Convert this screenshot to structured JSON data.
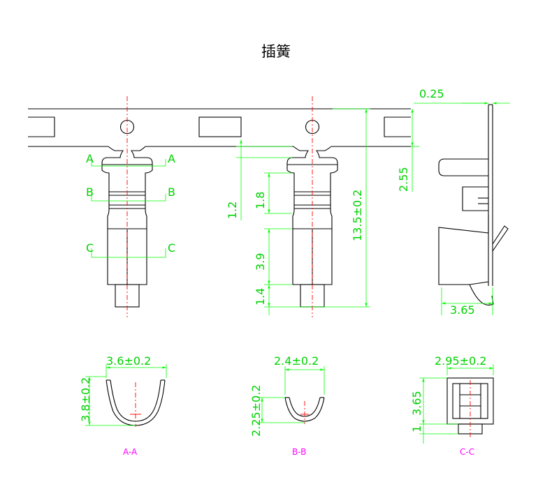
{
  "title": "插簧",
  "dimensions": {
    "thickness": "0.25",
    "carrier_width": "2.55",
    "total_length": "13.5±0.2",
    "d_1_2": "1.2",
    "d_1_8": "1.8",
    "d_3_9": "3.9",
    "d_1_4": "1.4",
    "side_width": "3.65",
    "aa_width": "3.6±0.2",
    "aa_height": "3.8±0.2",
    "bb_width": "2.4±0.2",
    "bb_height": "2.25±0.2",
    "cc_width": "2.95±0.2",
    "cc_height": "3.65",
    "cc_base": "1"
  },
  "section_marks": [
    "A",
    "B",
    "C"
  ],
  "section_labels": {
    "aa": "A-A",
    "bb": "B-B",
    "cc": "C-C"
  },
  "colors": {
    "outline": "#000000",
    "centerline": "#ff0000",
    "dimension": "#00ff00",
    "section_label": "#ff00ff"
  }
}
